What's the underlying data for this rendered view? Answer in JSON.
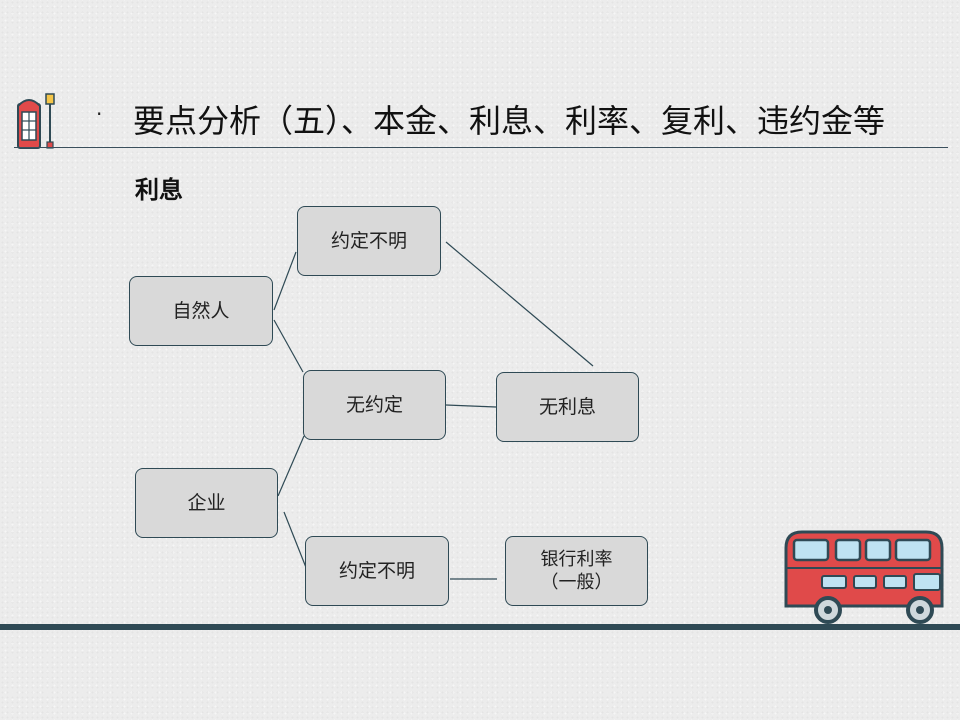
{
  "header": {
    "bullet": "·",
    "title": "要点分析（五）、本金、利息、利率、复利、违约金等"
  },
  "subtitle": "利息",
  "diagram": {
    "nodes": {
      "ziranren": "自然人",
      "qiye": "企业",
      "yuedingbuming_top": "约定不明",
      "wuyueding": "无约定",
      "yuedingbuming_bottom": "约定不明",
      "wulixi": "无利息",
      "yinhanglilv": "银行利率\n（一般）"
    },
    "edges": [
      [
        "ziranren",
        "yuedingbuming_top"
      ],
      [
        "ziranren",
        "wuyueding"
      ],
      [
        "qiye",
        "wuyueding"
      ],
      [
        "qiye",
        "yuedingbuming_bottom"
      ],
      [
        "yuedingbuming_top",
        "wulixi"
      ],
      [
        "wuyueding",
        "wulixi"
      ],
      [
        "yuedingbuming_bottom",
        "yinhanglilv"
      ]
    ]
  },
  "decorations": {
    "left_icon": "phone-booth-and-streetlamp-icon",
    "right_icon": "double-decker-bus-icon",
    "accent_color": "#2f4a55",
    "bus_color": "#e04a4a"
  }
}
